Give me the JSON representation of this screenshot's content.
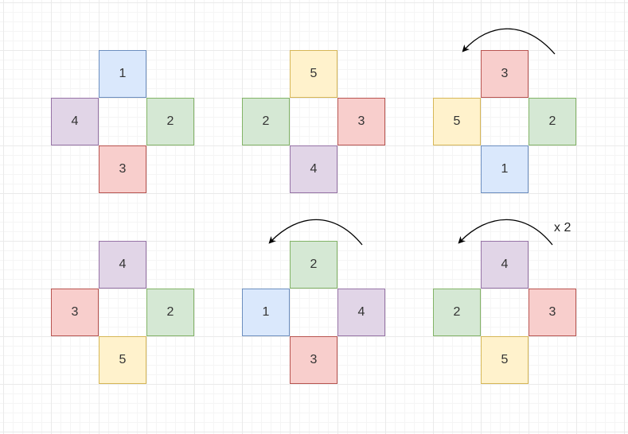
{
  "palette": {
    "blue": {
      "fill": "#dae8fc",
      "stroke": "#6c8ebf"
    },
    "green": {
      "fill": "#d5e8d4",
      "stroke": "#82b366"
    },
    "red": {
      "fill": "#f8cecc",
      "stroke": "#b85450"
    },
    "purple": {
      "fill": "#e1d5e7",
      "stroke": "#9673a6"
    },
    "yellow": {
      "fill": "#fff2cc",
      "stroke": "#d6b656"
    }
  },
  "crosses": [
    {
      "top": {
        "label": "1",
        "color": "blue"
      },
      "left": {
        "label": "4",
        "color": "purple"
      },
      "right": {
        "label": "2",
        "color": "green"
      },
      "bottom": {
        "label": "3",
        "color": "red"
      }
    },
    {
      "top": {
        "label": "5",
        "color": "yellow"
      },
      "left": {
        "label": "2",
        "color": "green"
      },
      "right": {
        "label": "3",
        "color": "red"
      },
      "bottom": {
        "label": "4",
        "color": "purple"
      }
    },
    {
      "top": {
        "label": "3",
        "color": "red"
      },
      "left": {
        "label": "5",
        "color": "yellow"
      },
      "right": {
        "label": "2",
        "color": "green"
      },
      "bottom": {
        "label": "1",
        "color": "blue"
      }
    },
    {
      "top": {
        "label": "4",
        "color": "purple"
      },
      "left": {
        "label": "3",
        "color": "red"
      },
      "right": {
        "label": "2",
        "color": "green"
      },
      "bottom": {
        "label": "5",
        "color": "yellow"
      }
    },
    {
      "top": {
        "label": "2",
        "color": "green"
      },
      "left": {
        "label": "1",
        "color": "blue"
      },
      "right": {
        "label": "4",
        "color": "purple"
      },
      "bottom": {
        "label": "3",
        "color": "red"
      }
    },
    {
      "top": {
        "label": "4",
        "color": "purple"
      },
      "left": {
        "label": "2",
        "color": "green"
      },
      "right": {
        "label": "3",
        "color": "red"
      },
      "bottom": {
        "label": "5",
        "color": "yellow"
      }
    }
  ],
  "annotations": {
    "repeat_label": "x 2"
  }
}
